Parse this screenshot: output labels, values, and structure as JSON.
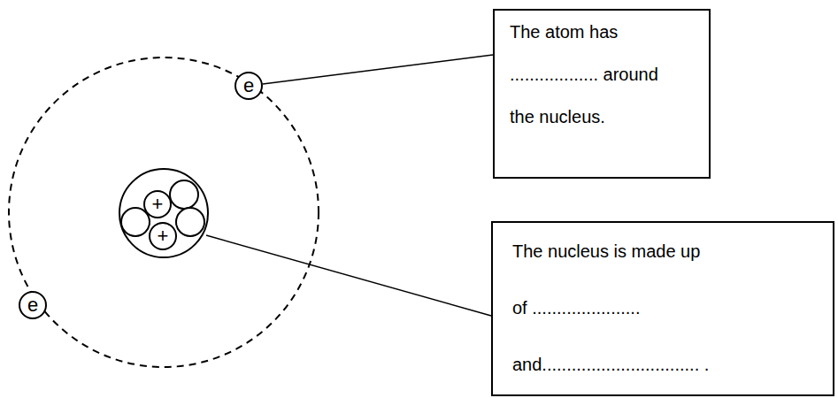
{
  "diagram": {
    "nodes": [
      {
        "text": [
          "e"
        ]
      },
      {
        "text": [
          "The atom has .................. around the nucleus."
        ]
      },
      {
        "text": [
          "+"
        ]
      },
      {
        "text": [
          "+"
        ]
      },
      {
        "text": [
          "The nucleus is made up of ...................... and................................ ."
        ]
      },
      {
        "text": [
          "e"
        ]
      }
    ],
    "edges": [
      {
        "from": 0,
        "to": 1,
        "arrow": "none"
      }
    ]
  }
}
